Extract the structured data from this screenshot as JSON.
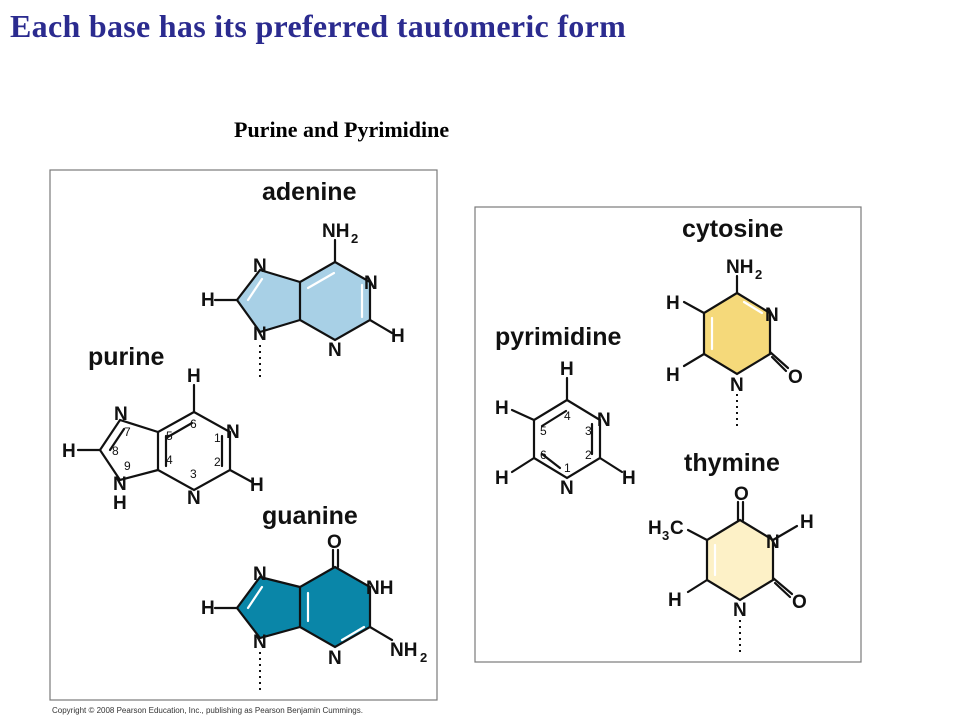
{
  "title": "Each base has its preferred tautomeric form",
  "subtitle": "Purine and Pyrimidine",
  "copyright": "Copyright © 2008 Pearson Education, Inc., publishing as Pearson Benjamin Cummings.",
  "molecules": {
    "adenine": {
      "name": "adenine",
      "color": "#a8d0e6",
      "labels": {
        "nh2": "NH",
        "nh2_sub": "2",
        "n1": "N",
        "n3": "N",
        "n7": "N",
        "n9": "N",
        "h8": "H",
        "h2": "H"
      }
    },
    "purine": {
      "name": "purine",
      "labels": {
        "h6": "H",
        "n1": "N",
        "n3": "N",
        "n7": "N",
        "n9": "N",
        "h9": "H",
        "h8": "H",
        "h2": "H"
      },
      "ring_numbers": {
        "p1": "1",
        "p2": "2",
        "p3": "3",
        "p4": "4",
        "p5": "5",
        "p6": "6",
        "p7": "7",
        "p8": "8",
        "p9": "9"
      }
    },
    "guanine": {
      "name": "guanine",
      "color": "#0a86a8",
      "labels": {
        "o6": "O",
        "nh1": "NH",
        "nh2": "NH",
        "nh2_sub": "2",
        "n3": "N",
        "n7": "N",
        "n9": "N",
        "h8": "H"
      }
    },
    "pyrimidine": {
      "name": "pyrimidine",
      "labels": {
        "h4": "H",
        "n3": "N",
        "n1": "N",
        "h5": "H",
        "h6": "H",
        "h2": "H"
      },
      "ring_numbers": {
        "p1": "1",
        "p2": "2",
        "p3": "3",
        "p4": "4",
        "p5": "5",
        "p6": "6"
      }
    },
    "cytosine": {
      "name": "cytosine",
      "color": "#f5d97a",
      "labels": {
        "nh2": "NH",
        "nh2_sub": "2",
        "n3": "N",
        "n1": "N",
        "o2": "O",
        "h5": "H",
        "h6": "H"
      }
    },
    "thymine": {
      "name": "thymine",
      "color": "#fdf1c7",
      "labels": {
        "o4": "O",
        "n3": "N",
        "h3": "H",
        "n1": "N",
        "o2": "O",
        "h6": "H",
        "ch3_h": "H",
        "ch3_sub": "3",
        "ch3_c": "C"
      }
    }
  }
}
